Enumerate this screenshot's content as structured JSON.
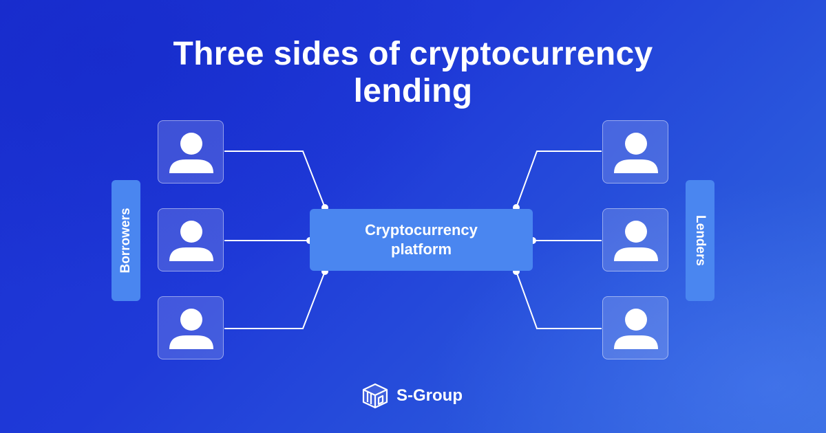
{
  "title": {
    "line1": "Three sides of cryptocurrency",
    "line2": "lending"
  },
  "borrowers": {
    "label": "Borrowers",
    "count": 3
  },
  "lenders": {
    "label": "Lenders",
    "count": 3
  },
  "platform": {
    "line1": "Cryptocurrency",
    "line2": "platform"
  },
  "brand": {
    "name": "S-Group",
    "icon": "cube-logo-icon"
  },
  "colors": {
    "background": "#1f3ad8",
    "box_accent": "#4a86f0",
    "text": "#ffffff"
  }
}
